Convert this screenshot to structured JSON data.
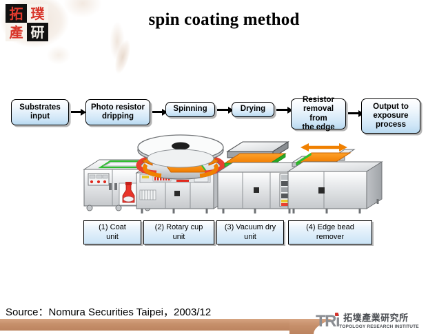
{
  "slide": {
    "title": "spin coating method",
    "source": "Source：Nomura Securities Taipei，2003/12"
  },
  "corner_logo": {
    "chars": [
      "拓",
      "璞",
      "產",
      "研"
    ]
  },
  "flow": {
    "steps": [
      {
        "label": "Substrates\ninput"
      },
      {
        "label": "Photo resistor\ndripping"
      },
      {
        "label": "Spinning"
      },
      {
        "label": "Drying"
      },
      {
        "label": "Resistor\nremoval from\nthe edge"
      },
      {
        "label": "Output to\nexposure\nprocess"
      }
    ]
  },
  "units": [
    {
      "label": "(1) Coat\nunit"
    },
    {
      "label": "(2) Rotary cup\nunit"
    },
    {
      "label": "(3) Vacuum dry\nunit"
    },
    {
      "label": "(4) Edge bead\nremover"
    }
  ],
  "footer": {
    "mark": "TRi",
    "cn_name": "拓墣產業研究所",
    "en_name": "TOPOLOGY RESEARCH INSTITUTE"
  },
  "colors": {
    "box_fill": "#cfe6f7",
    "box_border": "#000000",
    "accent_orange": "#F08000",
    "accent_red": "#E03020",
    "footer_bar": "#c68f6a",
    "machine_gray": "#D8DADC",
    "substrate_green": "#33CC33"
  }
}
